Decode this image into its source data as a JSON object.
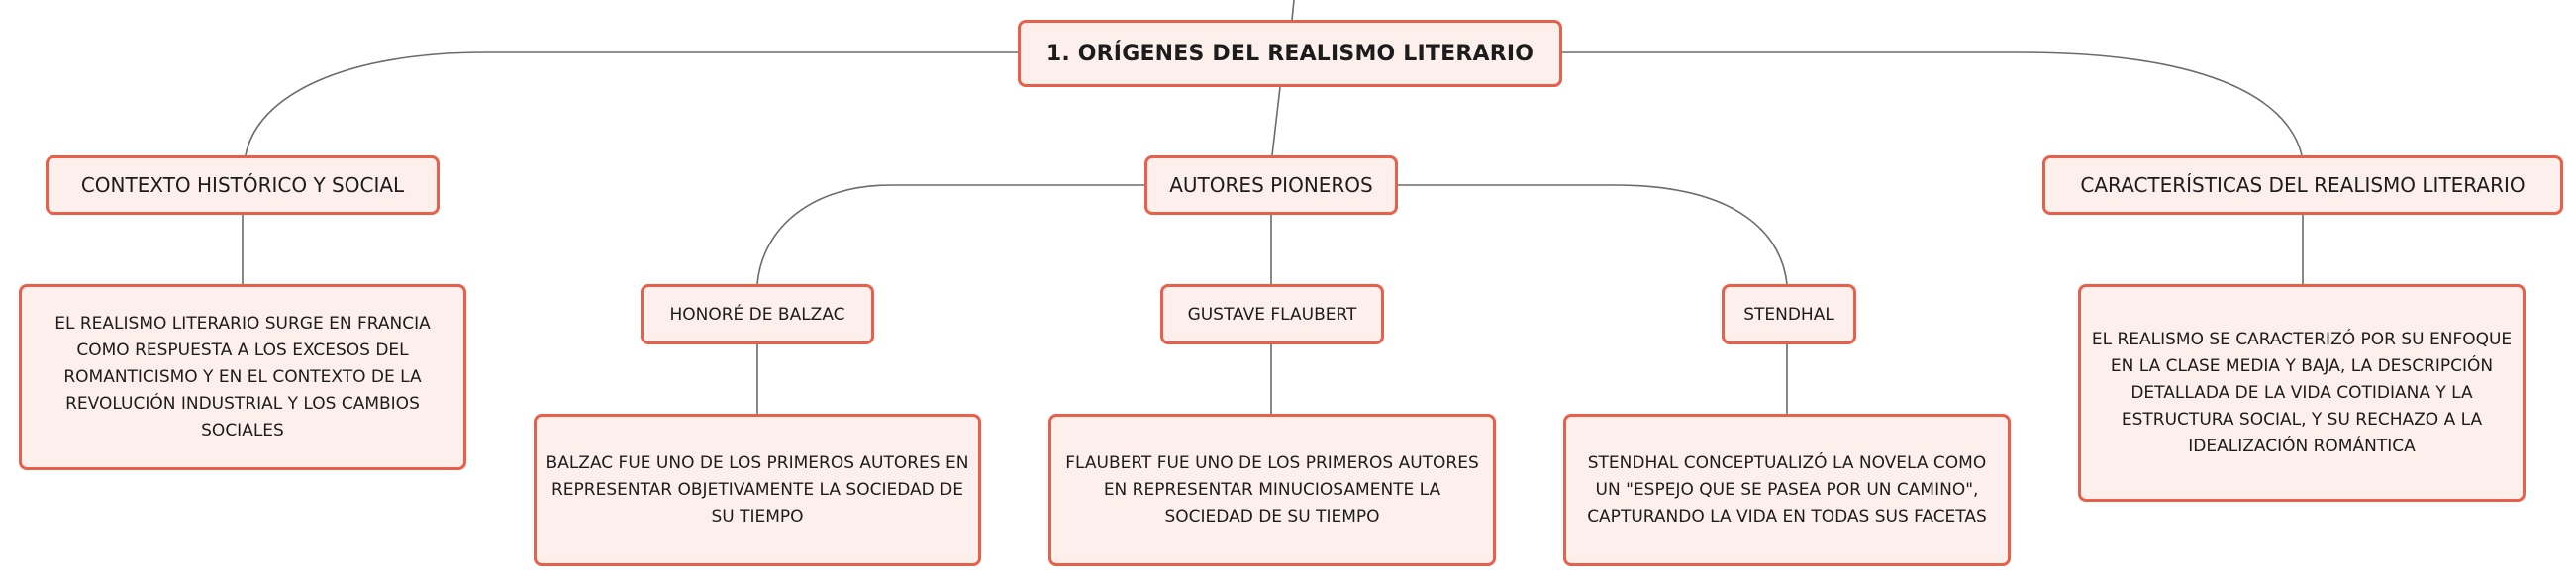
{
  "root": {
    "label": "1. ORÍGENES DEL REALISMO LITERARIO"
  },
  "branches": {
    "context": {
      "label": "CONTEXTO HISTÓRICO Y SOCIAL",
      "detail": "EL REALISMO LITERARIO SURGE EN FRANCIA COMO RESPUESTA A LOS EXCESOS DEL ROMANTICISMO Y EN EL CONTEXTO DE LA REVOLUCIÓN INDUSTRIAL Y LOS CAMBIOS SOCIALES"
    },
    "authors": {
      "label": "AUTORES PIONEROS",
      "balzac": {
        "label": "HONORÉ DE BALZAC",
        "detail": "BALZAC FUE UNO DE LOS PRIMEROS AUTORES EN REPRESENTAR OBJETIVAMENTE LA SOCIEDAD DE SU TIEMPO"
      },
      "flaubert": {
        "label": "GUSTAVE FLAUBERT",
        "detail": "FLAUBERT FUE UNO DE LOS PRIMEROS AUTORES EN REPRESENTAR MINUCIOSAMENTE LA SOCIEDAD DE SU TIEMPO"
      },
      "stendhal": {
        "label": "STENDHAL",
        "detail": "STENDHAL CONCEPTUALIZÓ LA NOVELA COMO UN \"ESPEJO QUE SE PASEA POR UN CAMINO\", CAPTURANDO LA VIDA EN TODAS SUS FACETAS"
      }
    },
    "characteristics": {
      "label": "CARACTERÍSTICAS DEL REALISMO LITERARIO",
      "detail": "EL REALISMO SE CARACTERIZÓ POR SU ENFOQUE EN LA CLASE MEDIA Y BAJA, LA DESCRIPCIÓN DETALLADA DE LA VIDA COTIDIANA Y LA ESTRUCTURA SOCIAL, Y SU RECHAZO A LA IDEALIZACIÓN ROMÁNTICA"
    }
  },
  "colors": {
    "node_border": "#e8604a",
    "node_fill": "#fdf0ec",
    "connector": "#6b6b6b"
  }
}
